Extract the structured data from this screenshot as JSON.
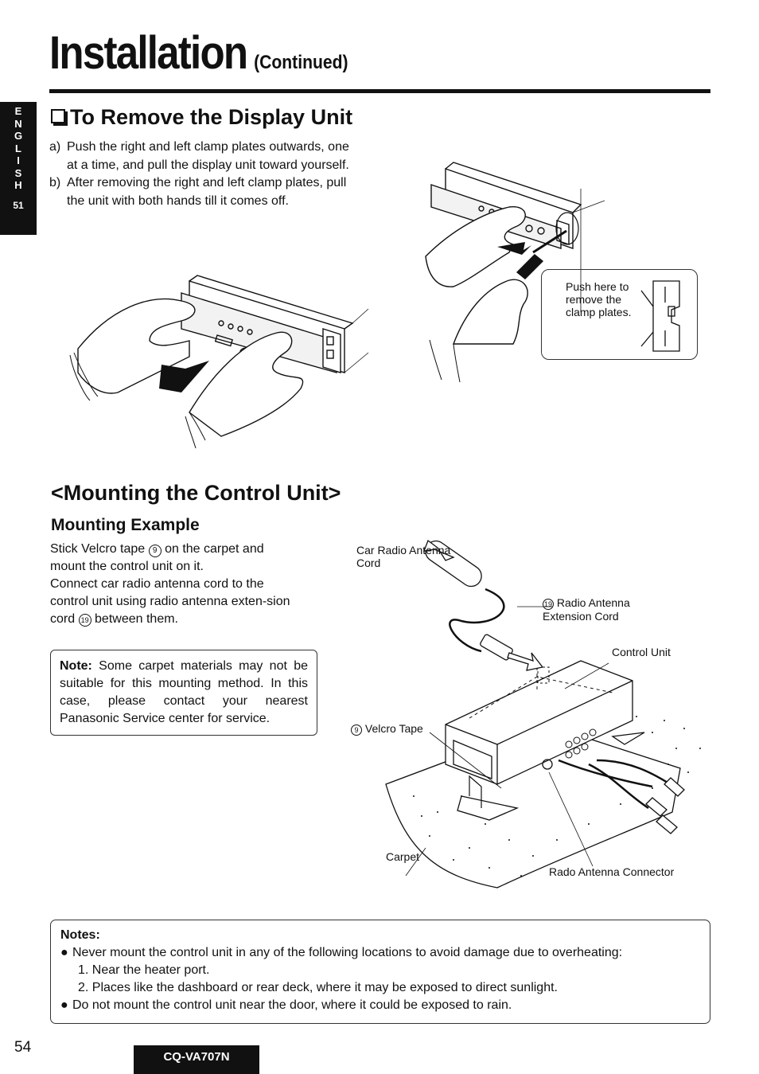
{
  "header": {
    "title": "Installation",
    "subtitle": "(Continued)"
  },
  "side_tab": {
    "letters": [
      "E",
      "N",
      "G",
      "L",
      "I",
      "S",
      "H"
    ],
    "number": "51"
  },
  "remove_section": {
    "heading": "To Remove the Display Unit",
    "steps": [
      {
        "marker": "a)",
        "text": "Push the right and left clamp plates outwards, one at a time, and pull the display unit toward yourself."
      },
      {
        "marker": "b)",
        "text": "After removing the right and left clamp plates, pull the unit with both hands till it comes off."
      }
    ],
    "callout": "Push here to remove the clamp plates."
  },
  "mount_section": {
    "heading": "<Mounting the Control Unit>",
    "example_heading": "Mounting Example",
    "paragraph_1a": "Stick Velcro tape",
    "ref_9": "9",
    "paragraph_1b": "on the carpet and mount the control unit on it.",
    "paragraph_2a": "Connect car radio antenna cord to the control unit using radio antenna exten-sion cord",
    "ref_19": "19",
    "paragraph_2b": "between them.",
    "note_label": "Note:",
    "note_text": "Some carpet materials may not be suitable for this mounting method. In this case, please contact your nearest Panasonic Service center for service.",
    "diagram_labels": {
      "car_radio_antenna_cord": "Car Radio Antenna Cord",
      "radio_antenna_extension_cord": "Radio Antenna Extension Cord",
      "control_unit": "Control Unit",
      "velcro_tape": "Velcro Tape",
      "carpet": "Carpet",
      "rado_antenna_connector": "Rado Antenna Connector"
    }
  },
  "notes": {
    "heading": "Notes:",
    "bullet_1": "Never mount the control unit in any of the following locations to avoid damage due to overheating:",
    "sub_1": "1. Near the heater port.",
    "sub_2": "2. Places like the dashboard or rear deck, where it may be exposed to direct sunlight.",
    "bullet_2": "Do not mount the control unit near the door, where it could be exposed to rain."
  },
  "footer": {
    "page_number": "54",
    "model": "CQ-VA707N"
  }
}
